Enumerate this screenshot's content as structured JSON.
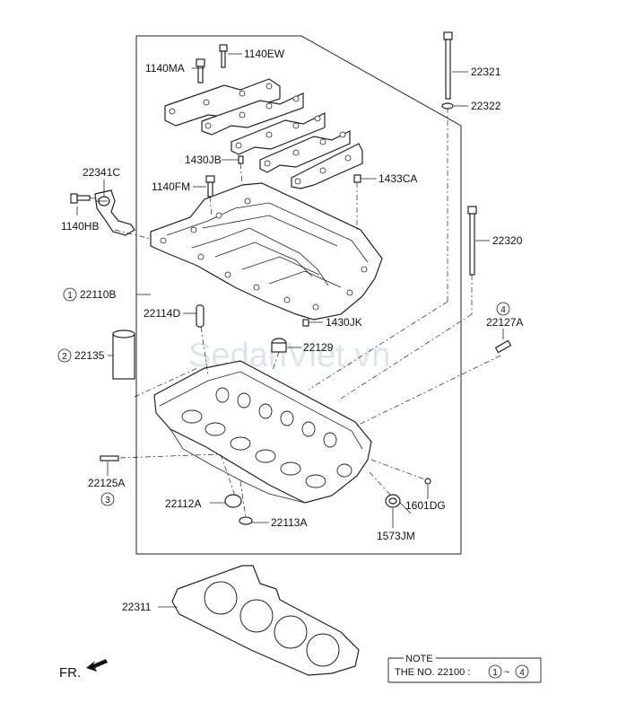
{
  "labels": {
    "p1140EW": "1140EW",
    "p1140MA": "1140MA",
    "p22321": "22321",
    "p22322": "22322",
    "p1430JB": "1430JB",
    "p22341C": "22341C",
    "p1140FM": "1140FM",
    "p1433CA": "1433CA",
    "p1140HB": "1140HB",
    "p22320": "22320",
    "p22110B": "22110B",
    "p22114D": "22114D",
    "p1430JK": "1430JK",
    "p22127A": "22127A",
    "p22129": "22129",
    "p22135": "22135",
    "p22125A": "22125A",
    "p22112A": "22112A",
    "p1601DG": "1601DG",
    "p22113A": "22113A",
    "p1573JM": "1573JM",
    "p22311": "22311"
  },
  "callouts": {
    "c1": "1",
    "c2": "2",
    "c3": "3",
    "c4": "4"
  },
  "watermark": "SedanViet.vn",
  "note": {
    "title": "NOTE",
    "prefix": "THE NO. 22100 :",
    "range_start": "1",
    "range_sep": "~",
    "range_end": "4"
  },
  "direction": "FR."
}
